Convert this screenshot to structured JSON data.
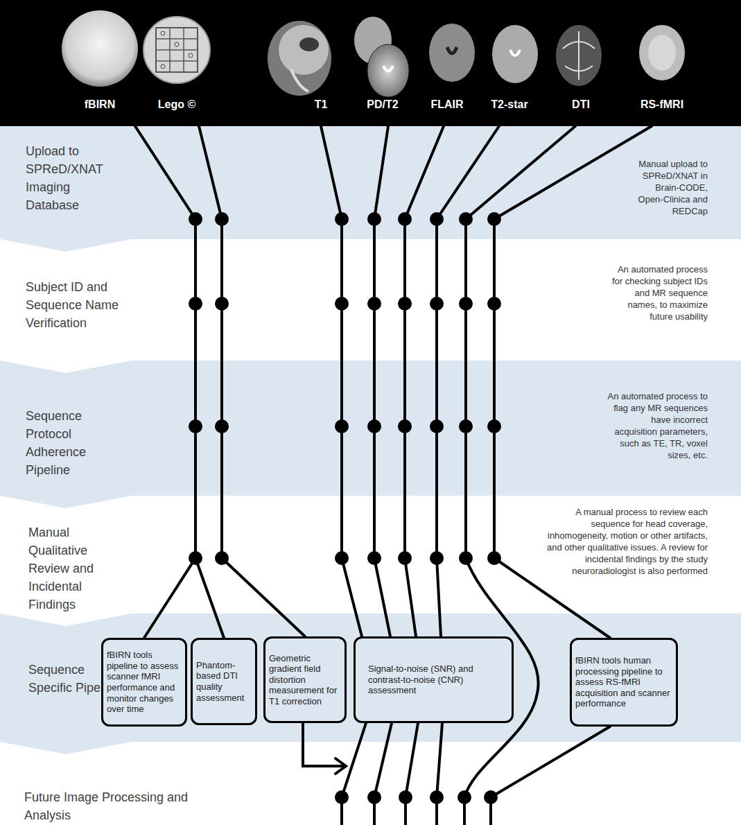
{
  "diagram": {
    "nodes": [
      {
        "text": [
          "Upload to SPReD/XNAT Imaging Database",
          "Manual upload to SPReD/XNAT in Brain-CODE, Open-Clinica and REDCap"
        ]
      },
      {
        "text": [
          "Subject ID and Sequence Name Verification",
          "An automated process for checking subject IDs and MR sequence names, to maximize future usability"
        ]
      },
      {
        "text": [
          "Sequence Protocol Adherence Pipeline",
          "An automated process to flag any MR sequences have incorrect acquisition parameters, such as TE, TR, voxel sizes, etc."
        ]
      },
      {
        "text": [
          "Manual Qualitative Review and Incidental Findings",
          "A manual process to review each sequence for head coverage, inhomogeneity, motion or other artifacts, and other qualitative issues. A review for incidental findings by the study neuroradiologist is also performed"
        ]
      },
      {
        "text": [
          "Sequence Specific Pipelines"
        ]
      },
      {
        "text": [
          "fBIRN tools pipeline to assess scanner fMRI performance and monitor changes over time"
        ],
        "in": 4
      },
      {
        "text": [
          "Phantom-based DTI quality assessment"
        ],
        "in": 4
      },
      {
        "text": [
          "Geometric gradient field distortion measurement for T1 correction"
        ],
        "in": 4
      },
      {
        "text": [
          "Signal-to-noise (SNR) and contrast-to-noise (CNR) assessment"
        ],
        "in": 4
      },
      {
        "text": [
          "fBIRN tools human processing pipeline to assess RS-fMRI acquisition and scanner performance"
        ],
        "in": 4
      },
      {
        "text": [
          "Future Image Processing and Analysis"
        ]
      }
    ],
    "labels": [
      "fBIRN",
      "Lego ©",
      "T1",
      "PD/T2",
      "FLAIR",
      "T2-star",
      "DTI",
      "RS-fMRI"
    ]
  }
}
